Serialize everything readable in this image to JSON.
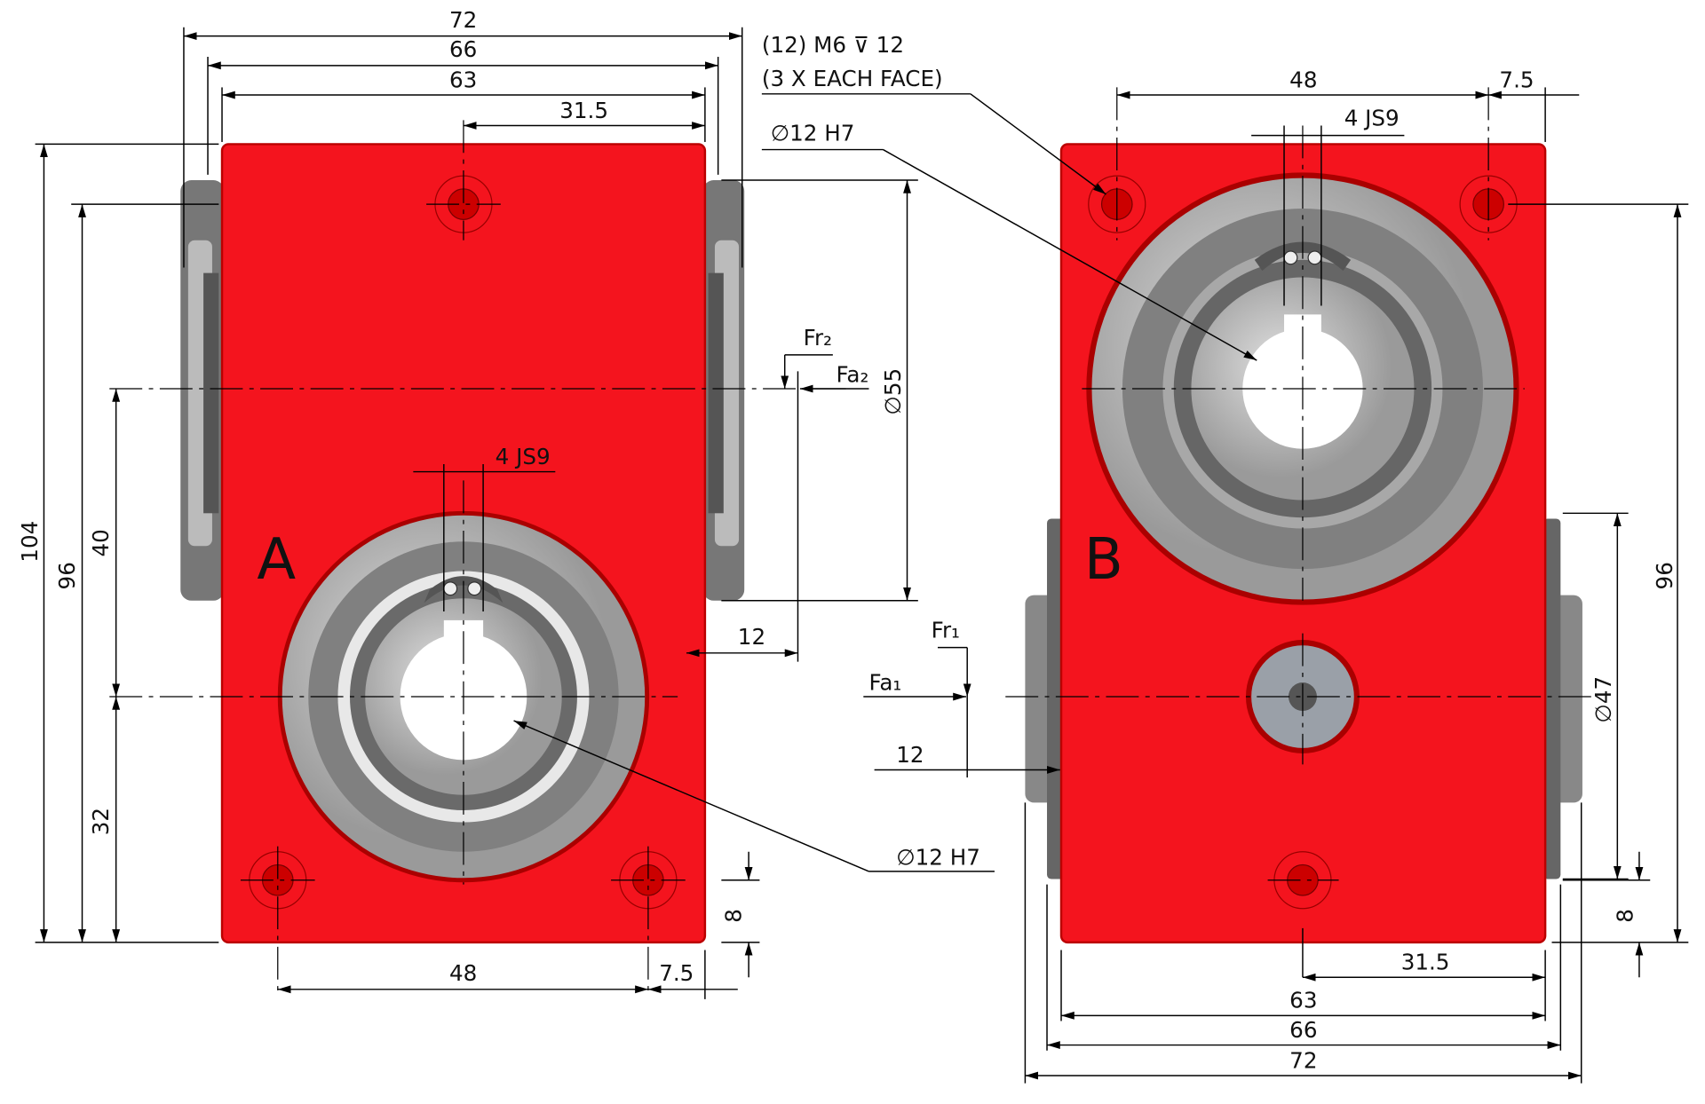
{
  "views": {
    "a": {
      "label": "A"
    },
    "b": {
      "label": "B"
    }
  },
  "notes": {
    "thread": "(12) M6 ⊽ 12",
    "each_face": "(3 X EACH FACE)",
    "bore_b": "∅12 H7",
    "bore_a": "∅12 H7",
    "key_a": "4 JS9",
    "key_b": "4 JS9",
    "fr2": "Fr₂",
    "fa2": "Fa₂",
    "fr1": "Fr₁",
    "fa1": "Fa₁",
    "dia55": "∅55",
    "dia47": "∅47"
  },
  "dims_a": {
    "w72": "72",
    "w66": "66",
    "w63": "63",
    "w31_5": "31.5",
    "h104": "104",
    "h96": "96",
    "h40": "40",
    "h32": "32",
    "d12": "12",
    "w48": "48",
    "w7_5": "7.5",
    "h8": "8"
  },
  "dims_b": {
    "w48": "48",
    "w7_5": "7.5",
    "h96": "96",
    "d12": "12",
    "w31_5": "31.5",
    "w63": "63",
    "w66": "66",
    "w72": "72",
    "h8": "8"
  },
  "colors": {
    "housing": "#f4141e"
  }
}
